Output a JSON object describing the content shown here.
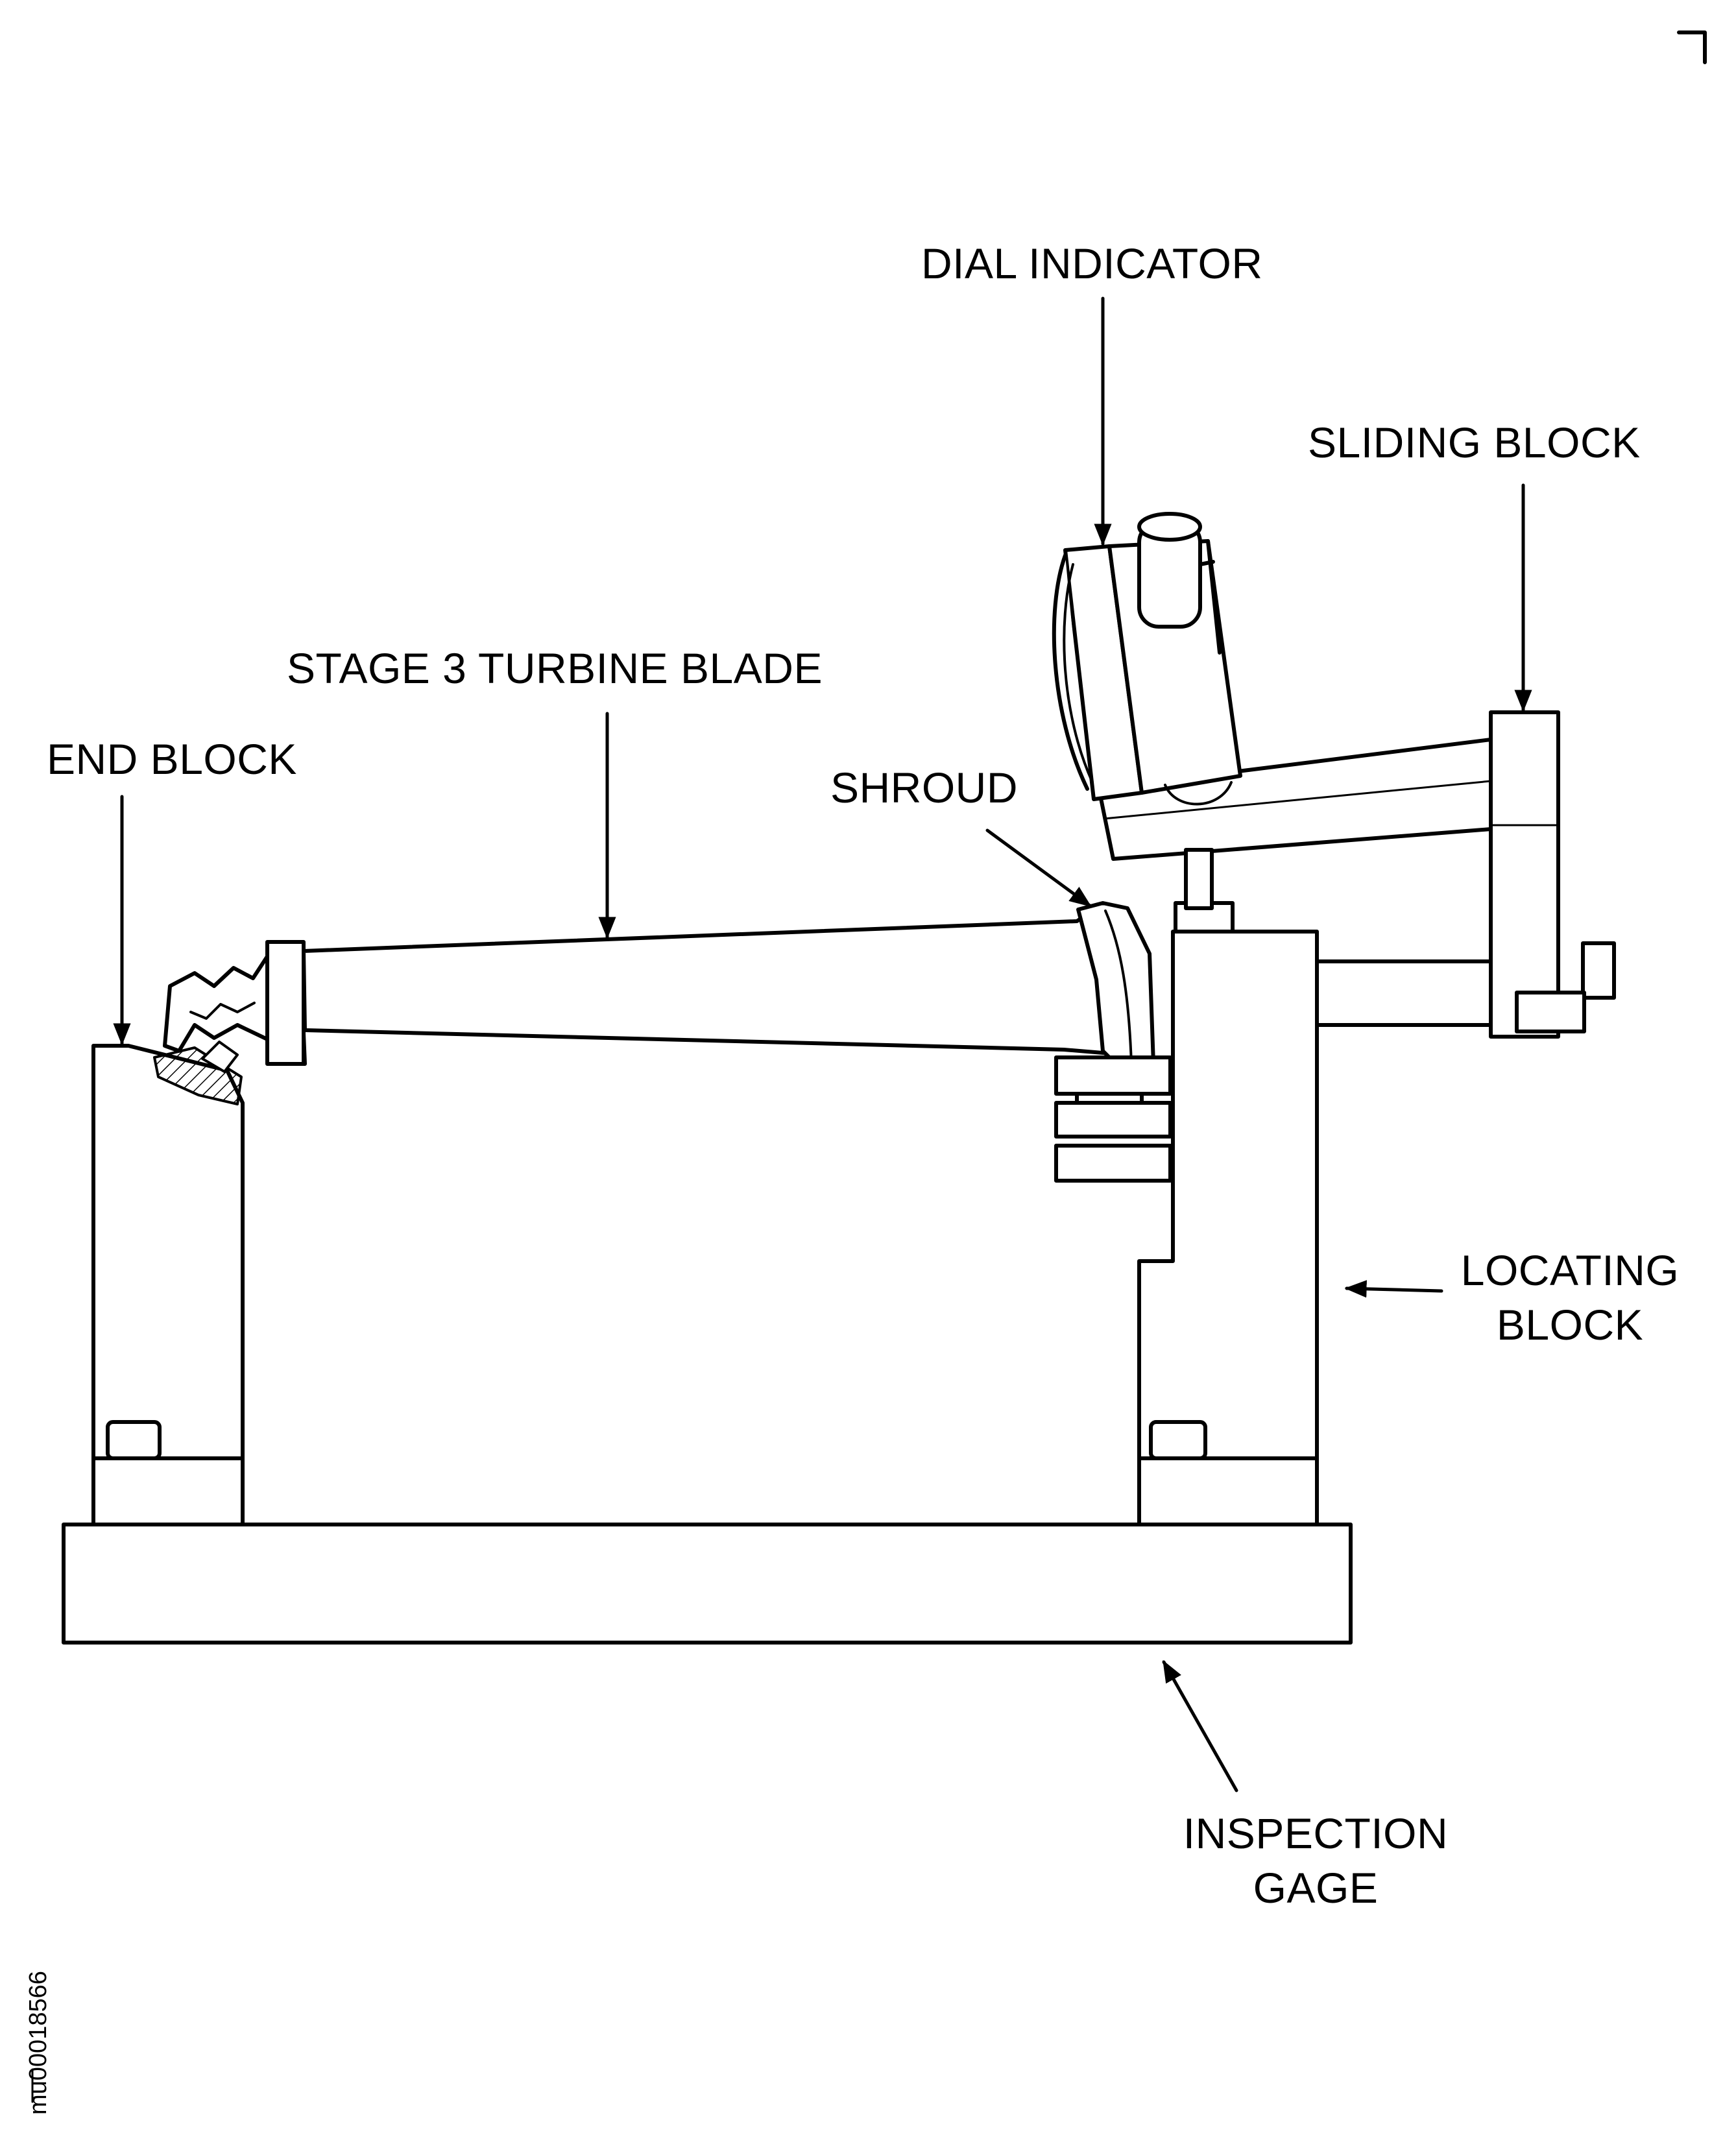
{
  "diagram": {
    "labels": {
      "dial_indicator": "DIAL INDICATOR",
      "sliding_block": "SLIDING BLOCK",
      "stage3_blade": "STAGE 3 TURBINE BLADE",
      "end_block": "END BLOCK",
      "shroud": "SHROUD",
      "locating_block_line1": "LOCATING",
      "locating_block_line2": "BLOCK",
      "inspection_gage_line1": "INSPECTION",
      "inspection_gage_line2": "GAGE"
    },
    "figure_id": "mu00018566",
    "colors": {
      "line": "#000000",
      "background": "#ffffff"
    }
  }
}
